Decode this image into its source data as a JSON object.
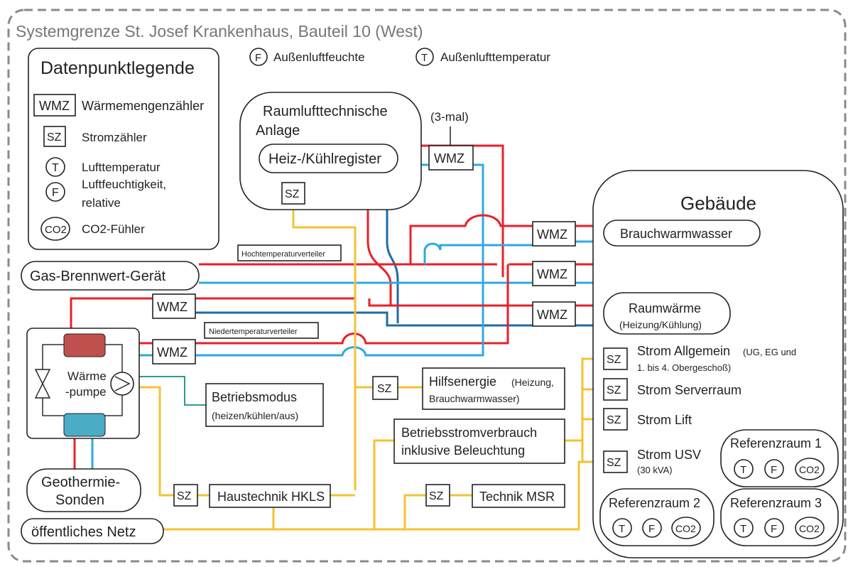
{
  "title": "Systemgrenze St. Josef Krankenhaus, Bauteil 10 (West)",
  "legend": {
    "heading": "Datenpunktlegende",
    "items": [
      {
        "symbol": "WMZ",
        "label": "Wärmemengenzähler"
      },
      {
        "symbol": "SZ",
        "label": "Stromzähler"
      },
      {
        "symbol": "T",
        "label": "Lufttemperatur"
      },
      {
        "symbol": "F",
        "label": "Luftfeuchtigkeit,",
        "label2": "relative"
      },
      {
        "symbol": "CO2",
        "label": "CO2-Fühler"
      }
    ]
  },
  "outdoor": {
    "f_label": "Außenluftfeuchte",
    "t_label": "Außenlufttemperatur"
  },
  "rlt": {
    "title1": "Raumlufttechnische",
    "title2": "Anlage",
    "register": "Heiz-/Kühlregister",
    "count": "(3-mal)"
  },
  "symbols": {
    "wmz": "WMZ",
    "sz": "SZ",
    "t": "T",
    "f": "F",
    "co2": "CO2"
  },
  "distributors": {
    "high": "Hochtemperaturverteiler",
    "low": "Niedertemperaturverteiler"
  },
  "sources": {
    "gas": "Gas-Brennwert-Gerät",
    "heatpump1": "Wärme",
    "heatpump2": "-pumpe",
    "geo1": "Geothermie-",
    "geo2": "Sonden",
    "grid": "öffentliches Netz"
  },
  "consumers": {
    "betriebsmodus1": "Betriebsmodus",
    "betriebsmodus2": "(heizen/kühlen/aus)",
    "hilfs1": "Hilfsenergie",
    "hilfs1b": "(Heizung,",
    "hilfs2": "Brauchwarmwasser)",
    "betrieb1": "Betriebsstromverbrauch",
    "betrieb2": "inklusive Beleuchtung",
    "haustechnik": "Haustechnik HKLS",
    "msr": "Technik MSR"
  },
  "building": {
    "title": "Gebäude",
    "bww": "Brauchwarmwasser",
    "raumwaerme1": "Raumwärme",
    "raumwaerme2": "(Heizung/Kühlung)",
    "strom_allg": "Strom Allgemein",
    "strom_allg_note1": "(UG, EG und",
    "strom_allg_note2": "1. bis 4. Obergeschoß)",
    "server": "Strom Serverraum",
    "lift": "Strom Lift",
    "usv": "Strom USV",
    "usv_note": "(30 kVA)",
    "ref1": "Referenzraum 1",
    "ref2": "Referenzraum 2",
    "ref3": "Referenzraum 3"
  }
}
